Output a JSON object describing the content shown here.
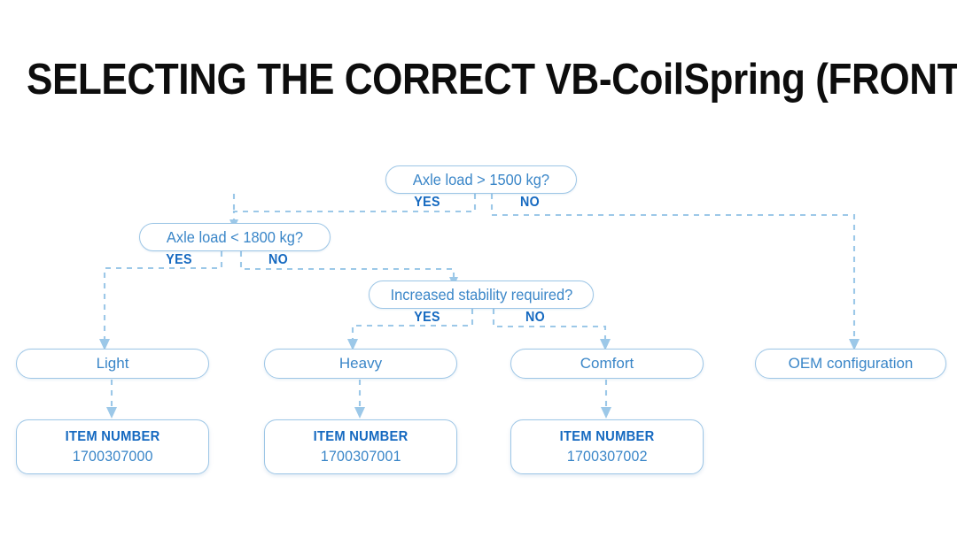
{
  "page": {
    "title": "SELECTING THE CORRECT VB-CoilSpring (FRONT AXLE)",
    "background": "#ffffff"
  },
  "colors": {
    "title_text": "#0d0d0d",
    "node_border": "#9dc6e6",
    "node_text": "#3a86c8",
    "branch_label": "#1569c0",
    "connector": "#9cc8e8",
    "item_title": "#1569c0",
    "item_value": "#3a86c8"
  },
  "flowchart": {
    "type": "decision-tree",
    "decisions": [
      {
        "id": "d1",
        "question": "Axle load > 1500 kg?",
        "yes_label": "YES",
        "no_label": "NO",
        "yes_target": "d2",
        "no_target": "r4"
      },
      {
        "id": "d2",
        "question": "Axle load < 1800 kg?",
        "yes_label": "YES",
        "no_label": "NO",
        "yes_target": "r1",
        "no_target": "d3"
      },
      {
        "id": "d3",
        "question": "Increased stability required?",
        "yes_label": "YES",
        "no_label": "NO",
        "yes_target": "r2",
        "no_target": "r3"
      }
    ],
    "results": [
      {
        "id": "r1",
        "label": "Light",
        "item_title": "ITEM NUMBER",
        "item_value": "1700307000"
      },
      {
        "id": "r2",
        "label": "Heavy",
        "item_title": "ITEM NUMBER",
        "item_value": "1700307001"
      },
      {
        "id": "r3",
        "label": "Comfort",
        "item_title": "ITEM NUMBER",
        "item_value": "1700307002"
      },
      {
        "id": "r4",
        "label": "OEM configuration",
        "item_title": "",
        "item_value": ""
      }
    ]
  }
}
